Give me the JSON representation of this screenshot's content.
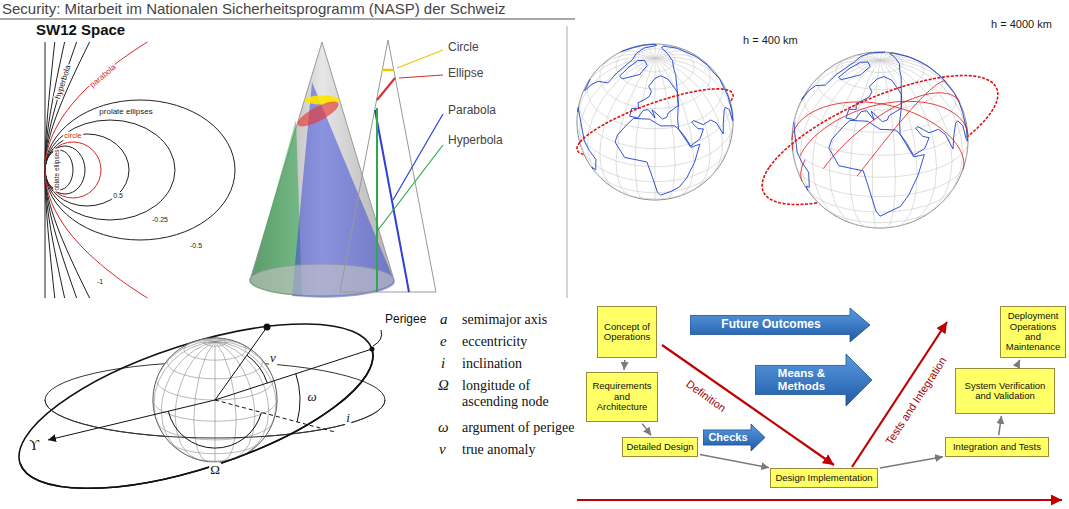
{
  "diagram": {
    "title": "SW12 Space",
    "nodes": [
      {
        "text": [
          "Concept of Operations"
        ]
      },
      {
        "text": [
          "Requirements and Architecture"
        ]
      },
      {
        "text": [
          "Detailed Design"
        ]
      },
      {
        "text": [
          "Design Implementation"
        ]
      },
      {
        "text": [
          "Integration and Tests"
        ]
      },
      {
        "text": [
          "System Verification and Validation"
        ]
      },
      {
        "text": [
          "Deployment Operations and Maintenance"
        ]
      },
      {
        "text": [
          "Future Outcomes"
        ]
      },
      {
        "text": [
          "Means & Methods"
        ]
      },
      {
        "text": [
          "Checks"
        ]
      }
    ],
    "edges": [
      {
        "from": 0,
        "to": 1,
        "arrow": "to"
      },
      {
        "from": 1,
        "to": 2,
        "arrow": "to"
      },
      {
        "from": 2,
        "to": 3,
        "arrow": "to"
      },
      {
        "from": 3,
        "to": 4,
        "arrow": "to"
      },
      {
        "from": 4,
        "to": 5,
        "arrow": "to"
      },
      {
        "from": 5,
        "to": 6,
        "arrow": "to"
      }
    ],
    "labels": [
      "Security: Mitarbeit im Nationalen Sicherheitsprogramm (NASP) der Schweiz",
      "hyperbola",
      "parabola",
      "prolate ellipses",
      "circle",
      "oblate ellipses",
      "0.5",
      "-0.25",
      "-0.5",
      "-1",
      "Circle",
      "Ellipse",
      "Parabola",
      "Hyperbola",
      "h = 400 km",
      "h = 4000 km",
      "Perigee",
      "ν",
      "i",
      "ω",
      "ϒ",
      "Ω",
      "a",
      "semimajor axis",
      "e",
      "eccentricity",
      "i",
      "inclination",
      "Ω",
      "longitude of ascending node",
      "ω",
      "argument of perigee",
      "ν",
      "true anomaly",
      "Definition",
      "Tests and Integration"
    ]
  }
}
